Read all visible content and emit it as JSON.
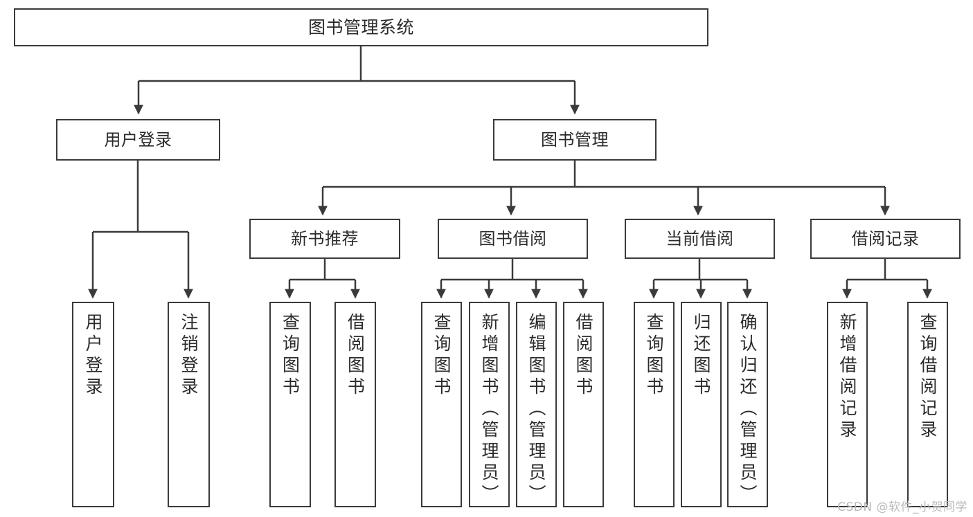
{
  "diagram": {
    "title": "图书管理系统",
    "watermark": "CSDN @软件_小贺同学",
    "line_color": "#3a3a3a",
    "text_color": "#2b2b2b",
    "background": "#ffffff",
    "root": {
      "label": "图书管理系统"
    },
    "level2": [
      {
        "label": "用户登录"
      },
      {
        "label": "图书管理"
      }
    ],
    "level3": [
      {
        "label": "新书推荐"
      },
      {
        "label": "图书借阅"
      },
      {
        "label": "当前借阅"
      },
      {
        "label": "借阅记录"
      }
    ],
    "leaves": {
      "user_login": [
        {
          "label": "用户登录"
        },
        {
          "label": "注销登录"
        }
      ],
      "new_book_recommend": [
        {
          "label": "查询图书"
        },
        {
          "label": "借阅图书"
        }
      ],
      "book_borrow": [
        {
          "label": "查询图书"
        },
        {
          "label": "新增图书（管理员）"
        },
        {
          "label": "编辑图书（管理员）"
        },
        {
          "label": "借阅图书"
        }
      ],
      "current_borrow": [
        {
          "label": "查询图书"
        },
        {
          "label": "归还图书"
        },
        {
          "label": "确认归还（管理员）"
        }
      ],
      "borrow_record": [
        {
          "label": "新增借阅记录"
        },
        {
          "label": "查询借阅记录"
        }
      ]
    }
  }
}
